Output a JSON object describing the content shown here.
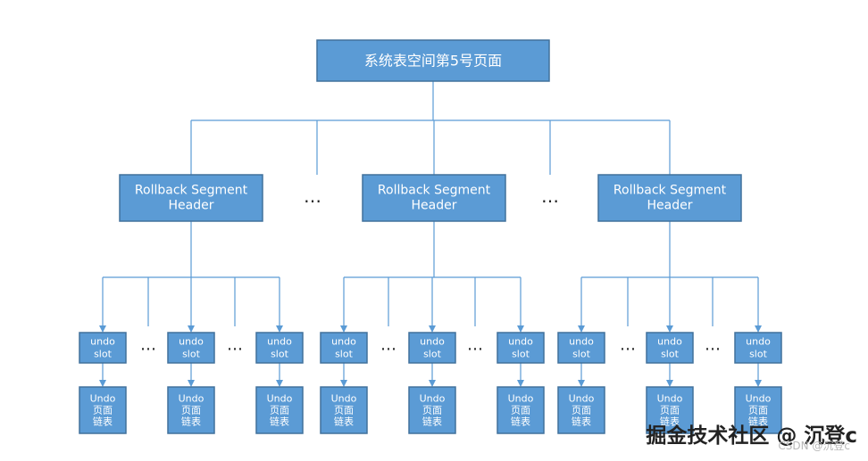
{
  "colors": {
    "box_fill": "#5b9bd5",
    "box_stroke": "#41719c",
    "line": "#5b9bd5",
    "text": "#ffffff"
  },
  "diagram": {
    "root": {
      "label": "系统表空间第5号页面"
    },
    "ellipsis": "…",
    "segments": [
      {
        "header_lines": [
          "Rollback Segment",
          "Header"
        ],
        "slots": [
          {
            "slot_lines": [
              "undo",
              "slot"
            ],
            "page_lines": [
              "Undo",
              "页面",
              "链表"
            ]
          },
          {
            "slot_lines": [
              "undo",
              "slot"
            ],
            "page_lines": [
              "Undo",
              "页面",
              "链表"
            ]
          },
          {
            "slot_lines": [
              "undo",
              "slot"
            ],
            "page_lines": [
              "Undo",
              "页面",
              "链表"
            ]
          }
        ]
      },
      {
        "header_lines": [
          "Rollback Segment",
          "Header"
        ],
        "slots": [
          {
            "slot_lines": [
              "undo",
              "slot"
            ],
            "page_lines": [
              "Undo",
              "页面",
              "链表"
            ]
          },
          {
            "slot_lines": [
              "undo",
              "slot"
            ],
            "page_lines": [
              "Undo",
              "页面",
              "链表"
            ]
          },
          {
            "slot_lines": [
              "undo",
              "slot"
            ],
            "page_lines": [
              "Undo",
              "页面",
              "链表"
            ]
          }
        ]
      },
      {
        "header_lines": [
          "Rollback Segment",
          "Header"
        ],
        "slots": [
          {
            "slot_lines": [
              "undo",
              "slot"
            ],
            "page_lines": [
              "Undo",
              "页面",
              "链表"
            ]
          },
          {
            "slot_lines": [
              "undo",
              "slot"
            ],
            "page_lines": [
              "Undo",
              "页面",
              "链表"
            ]
          },
          {
            "slot_lines": [
              "undo",
              "slot"
            ],
            "page_lines": [
              "Undo",
              "页面",
              "链表"
            ]
          }
        ]
      }
    ]
  },
  "watermark": {
    "main": "掘金技术社区 @ 沉登c",
    "sub": "CSDN @沉登c"
  }
}
